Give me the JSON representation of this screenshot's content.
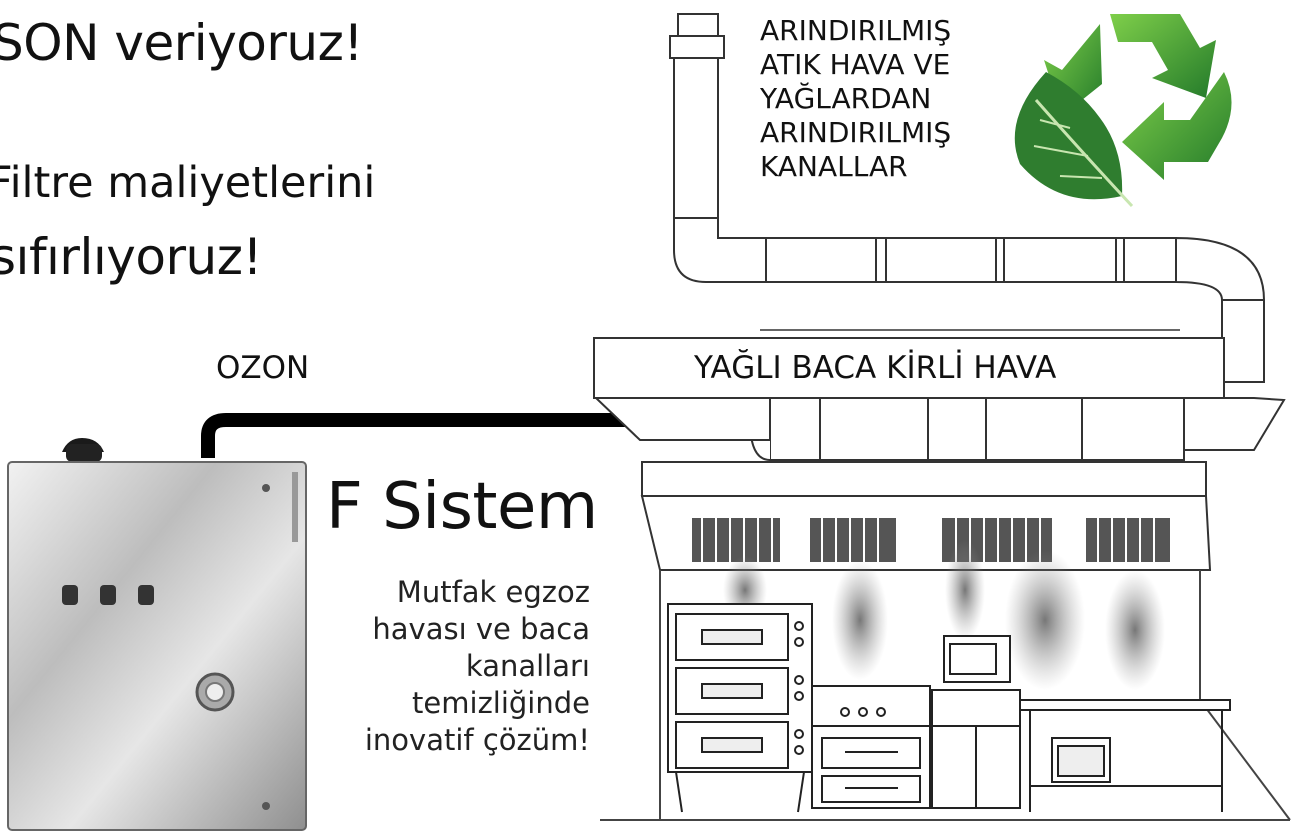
{
  "slogan": {
    "line1": "SON veriyoruz!",
    "line2": "Filtre maliyetlerini",
    "line3": "sıfırlıyoruz!"
  },
  "ozon_label": "OZON",
  "duct_label": "YAĞLI BACA  KİRLİ HAVA",
  "clean_air_label": {
    "line1": "ARINDIRILMIŞ",
    "line2": "ATIK HAVA VE",
    "line3": "YAĞLARDAN",
    "line4": "ARINDIRILMIŞ",
    "line5": "KANALLAR"
  },
  "product_name": "F Sistem",
  "description": {
    "line1": "Mutfak egzoz",
    "line2": "havası ve baca",
    "line3": "kanalları",
    "line4": "temizliğinde",
    "line5": "inovatif çözüm!"
  },
  "colors": {
    "recycle_green": "#3a9a3a",
    "leaf_green": "#2f7d2f",
    "steel": "#c9c9c9",
    "arrow": "#000000"
  },
  "icons": [
    "recycle-icon",
    "leaf-icon",
    "ozone-generator-cabinet",
    "kitchen-hood-illustration"
  ]
}
